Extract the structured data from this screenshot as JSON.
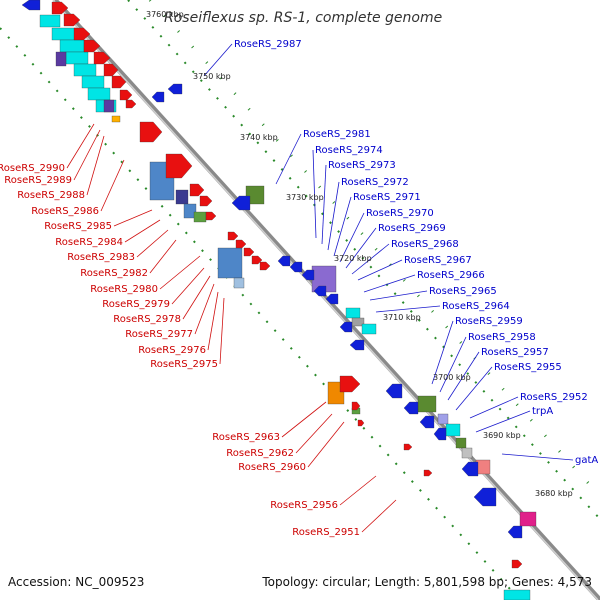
{
  "title": "Roseiflexus sp. RS-1, complete genome",
  "accession": "Accession: NC_009523",
  "topology": "Topology: circular; Length: 5,801,598 bp; Genes: 4,573",
  "kbp_marks": [
    "3760 kbp",
    "3750 kbp",
    "3740 kbp",
    "3730 kbp",
    "3720 kbp",
    "3710 kbp",
    "3700 kbp",
    "3690 kbp",
    "3680 kbp"
  ],
  "right_labels": [
    "RoseRS_2987",
    "RoseRS_2981",
    "RoseRS_2974",
    "RoseRS_2973",
    "RoseRS_2972",
    "RoseRS_2971",
    "RoseRS_2970",
    "RoseRS_2969",
    "RoseRS_2968",
    "RoseRS_2967",
    "RoseRS_2966",
    "RoseRS_2965",
    "RoseRS_2964",
    "RoseRS_2959",
    "RoseRS_2958",
    "RoseRS_2957",
    "RoseRS_2955",
    "RoseRS_2952",
    "trpA",
    "gatA"
  ],
  "left_labels": [
    "RoseRS_2990",
    "RoseRS_2989",
    "RoseRS_2988",
    "RoseRS_2986",
    "RoseRS_2985",
    "RoseRS_2984",
    "RoseRS_2983",
    "RoseRS_2982",
    "RoseRS_2980",
    "RoseRS_2979",
    "RoseRS_2978",
    "RoseRS_2977",
    "RoseRS_2976",
    "RoseRS_2975"
  ],
  "lower_left_labels": [
    "RoseRS_2963",
    "RoseRS_2962",
    "RoseRS_2960",
    "RoseRS_2956",
    "RoseRS_2951"
  ],
  "colors": {
    "forward_gene": "#e81010",
    "reverse_gene": "#1020d8",
    "label_forward": "#cc0000",
    "label_reverse": "#0000cc",
    "backbone": "#888888",
    "tick_dots": "#2a8a2a"
  }
}
